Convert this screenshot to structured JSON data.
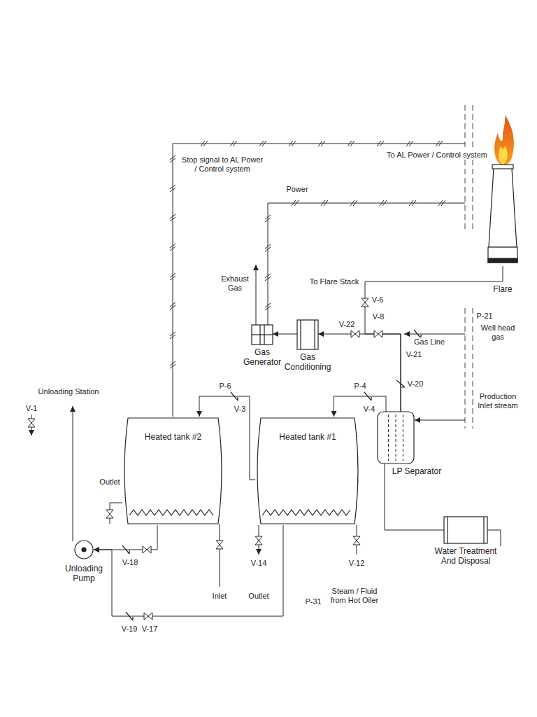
{
  "diagram": {
    "nodes": [
      {
        "text": [
          "Flare"
        ]
      },
      {
        "text": [
          "Gas Generator"
        ]
      },
      {
        "text": [
          "Gas Conditioning"
        ]
      },
      {
        "text": [
          "Heated tank #2"
        ]
      },
      {
        "text": [
          "Heated tank #1"
        ]
      },
      {
        "text": [
          "LP Separator"
        ]
      },
      {
        "text": [
          "Unloading Pump"
        ]
      },
      {
        "text": [
          "Water Treatment And Disposal"
        ]
      }
    ],
    "edges": [
      {
        "from": 5,
        "to": 4,
        "arrow": "to"
      },
      {
        "from": 4,
        "to": 3,
        "arrow": "to"
      },
      {
        "from": 5,
        "to": 2,
        "arrow": "to"
      },
      {
        "from": 2,
        "to": 1,
        "arrow": "to"
      },
      {
        "from": 5,
        "to": 0,
        "arrow": "none"
      },
      {
        "from": 3,
        "to": 6,
        "arrow": "to"
      },
      {
        "from": 4,
        "to": 6,
        "arrow": "to"
      },
      {
        "from": 5,
        "to": 7,
        "arrow": "none"
      }
    ],
    "labels": [
      "Unloading Station",
      "V-1",
      "Outlet",
      "V-18",
      "V-19",
      "V-17",
      "P-31",
      "Inlet",
      "V-14",
      "Outlet",
      "V-12",
      "Steam / Fluid from Hot Oiler",
      "P-6",
      "V-3",
      "P-4",
      "V-4",
      "V-20",
      "Stop signal to AL Power / Control system",
      "Power",
      "To AL Power / Control system",
      "Exhaust Gas",
      "To Flare Stack",
      "V-6",
      "V-8",
      "V-22",
      "Gas Line",
      "V-21",
      "P-21",
      "Well head gas",
      "Production Inlet stream"
    ]
  }
}
